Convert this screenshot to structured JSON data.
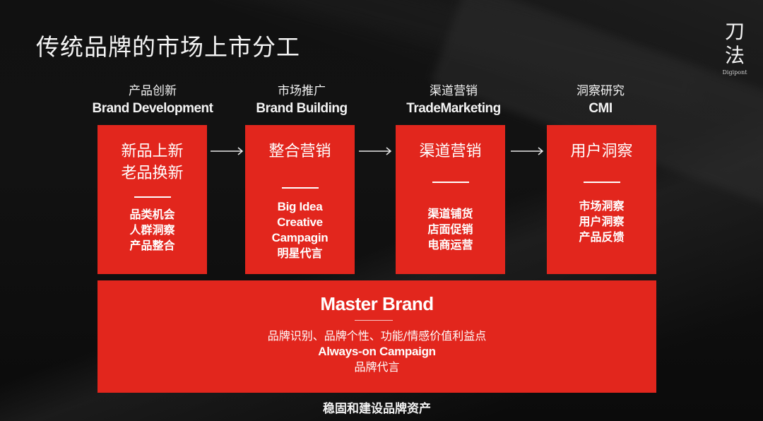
{
  "slide": {
    "title": "传统品牌的市场上市分工",
    "logo": {
      "glyph_top": "刀",
      "glyph_bottom": "法",
      "subtitle": "Digipont"
    }
  },
  "columns": [
    {
      "heading_cn": "产品创新",
      "heading_en": "Brand Development",
      "box_title": [
        "新品上新",
        "老品换新"
      ],
      "items": [
        "品类机会",
        "人群洞察",
        "产品整合"
      ]
    },
    {
      "heading_cn": "市场推广",
      "heading_en": "Brand Building",
      "box_title": [
        "整合营销"
      ],
      "items": [
        "Big Idea",
        "Creative",
        "Campagin",
        "明星代言"
      ]
    },
    {
      "heading_cn": "渠道营销",
      "heading_en": "TradeMarketing",
      "box_title": [
        "渠道营销"
      ],
      "items": [
        "渠道铺货",
        "店面促销",
        "电商运营"
      ]
    },
    {
      "heading_cn": "洞察研究",
      "heading_en": "CMI",
      "box_title": [
        "用户洞察"
      ],
      "items": [
        "市场洞察",
        "用户洞察",
        "产品反馈"
      ]
    }
  ],
  "arrows": [
    "right-arrow",
    "right-arrow",
    "right-arrow"
  ],
  "master_brand": {
    "title": "Master Brand",
    "line1": "品牌识别、品牌个性、功能/情感价值利益点",
    "line2": "Always-on Campaign",
    "line3": "品牌代言"
  },
  "footer": "稳固和建设品牌资产",
  "colors": {
    "background": "#0d0d0d",
    "box_red": "#e2261d",
    "text": "#ffffff"
  }
}
